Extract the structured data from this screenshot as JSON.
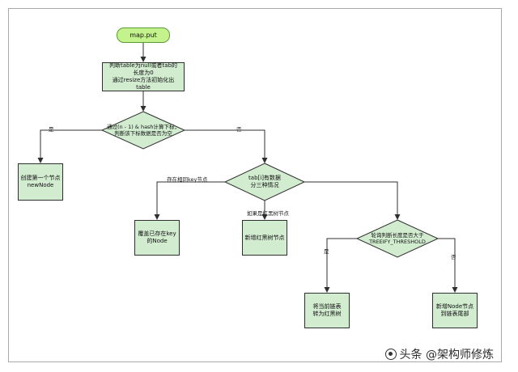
{
  "nodes": {
    "start": "map.put",
    "init": [
      "判断table为null或者tab的",
      "长度为0",
      "通过resize方法初始化出",
      "table"
    ],
    "hash_check": [
      "通过(n - 1) & hash计算下标，",
      "判断该下标数据是否为空"
    ],
    "new_node": [
      "创建第一个节点",
      "newNode"
    ],
    "tab_cases": [
      "tab[i]有数据",
      "分三种情况"
    ],
    "overwrite": [
      "覆盖已存在key",
      "的Node"
    ],
    "tree_node": [
      "新增红黑树节点"
    ],
    "threshold": [
      "轮询判断长度是否大于",
      "TREEIFY_THRESHOLD"
    ],
    "to_tree": [
      "将当前链表",
      "转为红黑树"
    ],
    "append": [
      "新增Node节点",
      "到链表尾部"
    ]
  },
  "edge_labels": {
    "yes_left": "是",
    "no_right": "否",
    "same_key": "存在相同key节点",
    "is_tree": "如果是红黑树节点",
    "yes_threshold": "是",
    "no_threshold": "否"
  },
  "watermark": "头条 @架构师修炼",
  "colors": {
    "start_fill": "#c4f28c",
    "process_fill": "#d2ecd0",
    "line": "#2f2f2f"
  }
}
